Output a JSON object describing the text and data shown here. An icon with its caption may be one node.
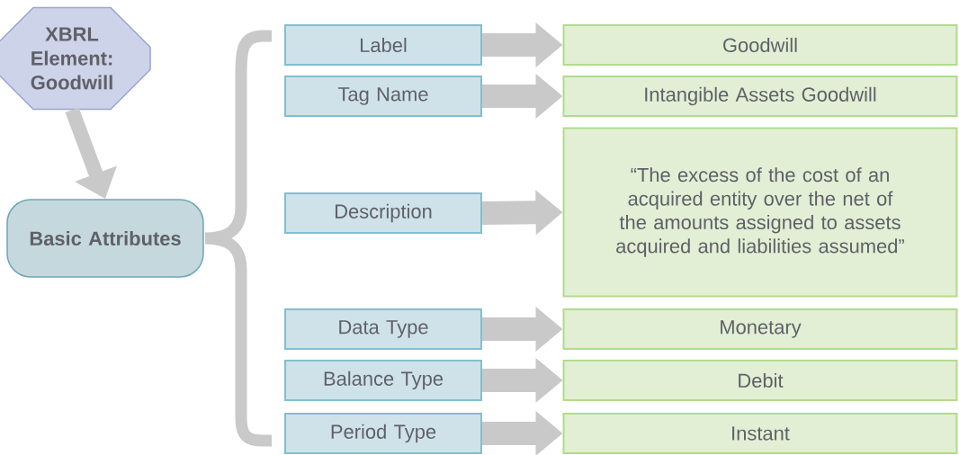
{
  "diagram": {
    "nodes": [
      {
        "text": [
          "XBRL Element: **Goodwill**"
        ]
      },
      {
        "text": [
          "Basic Attributes"
        ]
      },
      {
        "text": [
          "Label"
        ]
      },
      {
        "text": [
          "Goodwill"
        ]
      },
      {
        "text": [
          "Tag Name"
        ]
      },
      {
        "text": [
          "Intangible Assets Goodwill"
        ]
      },
      {
        "text": [
          "Description"
        ]
      },
      {
        "text": [
          "“The excess of the cost of an acquired entity over the net of the amounts assigned to assets acquired and liabilities assumed”"
        ]
      },
      {
        "text": [
          "Data Type"
        ]
      },
      {
        "text": [
          "Monetary"
        ]
      },
      {
        "text": [
          "Balance Type"
        ]
      },
      {
        "text": [
          "Debit"
        ]
      },
      {
        "text": [
          "Period Type"
        ]
      },
      {
        "text": [
          "Instant"
        ]
      }
    ],
    "edges": [
      {
        "from": 0,
        "to": 1,
        "arrow": "to"
      },
      {
        "from": 2,
        "to": 3,
        "arrow": "to"
      },
      {
        "from": 4,
        "to": 5,
        "arrow": "to"
      },
      {
        "from": 6,
        "to": 7,
        "arrow": "to"
      },
      {
        "from": 8,
        "to": 9,
        "arrow": "to"
      },
      {
        "from": 10,
        "to": 11,
        "arrow": "to"
      },
      {
        "from": 12,
        "to": 13,
        "arrow": "to"
      }
    ]
  }
}
